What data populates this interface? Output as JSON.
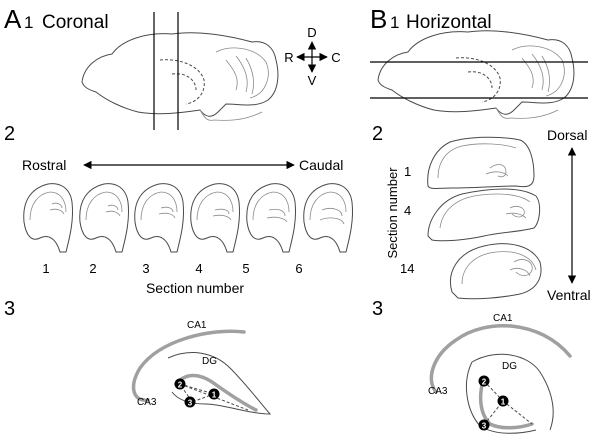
{
  "panel_a": {
    "letter": "A",
    "number": "1",
    "title": "Coronal",
    "step2": "2",
    "step3": "3",
    "rostral": "Rostral",
    "caudal": "Caudal",
    "sections": [
      "1",
      "2",
      "3",
      "4",
      "5",
      "6"
    ],
    "section_axis": "Section number",
    "compass": {
      "up": "D",
      "down": "V",
      "left": "R",
      "right": "C"
    },
    "regions": {
      "ca1": "CA1",
      "ca3": "CA3",
      "dg": "DG"
    },
    "markers": [
      "1",
      "2",
      "3"
    ]
  },
  "panel_b": {
    "letter": "B",
    "number": "1",
    "title": "Horizontal",
    "step2": "2",
    "step3": "3",
    "dorsal": "Dorsal",
    "ventral": "Ventral",
    "sections": [
      "1",
      "4",
      "14"
    ],
    "section_axis": "Section number",
    "regions": {
      "ca1": "CA1",
      "ca3": "CA3",
      "dg": "DG"
    },
    "markers": [
      "1",
      "2",
      "3"
    ]
  }
}
